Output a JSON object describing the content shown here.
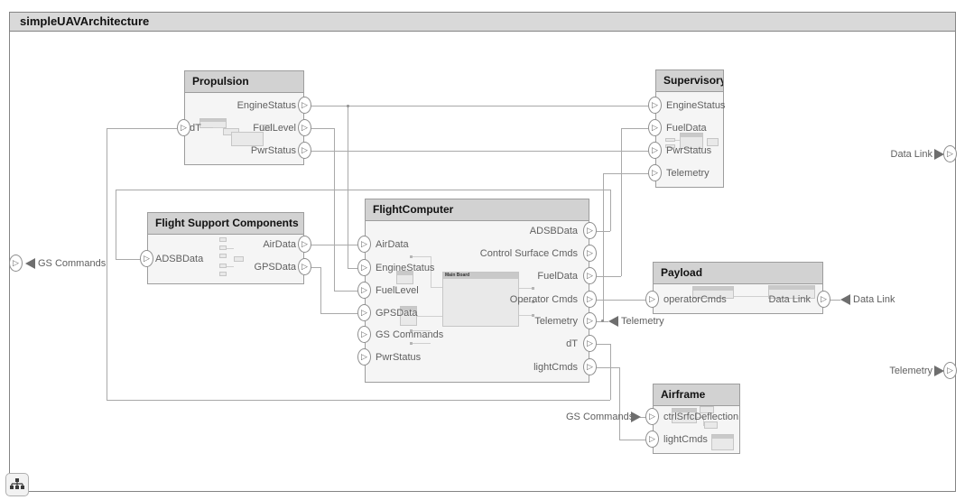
{
  "title": "simpleUAVArchitecture",
  "colors": {
    "title_fill": "#d9d9d9",
    "header_fill": "#d2d2d2",
    "block_fill": "#f5f5f5",
    "block_border": "#9d9d9d",
    "outer_border": "#848484",
    "wire": "#a9a9a9",
    "port_label": "#5f5f5f",
    "connector_arrow": "#6e6e6e"
  },
  "blocks": {
    "propulsion": {
      "title": "Propulsion",
      "ports": {
        "dt": "dT",
        "engine_status": "EngineStatus",
        "fuel_level": "FuelLevel",
        "pwr_status": "PwrStatus"
      }
    },
    "supervisory": {
      "title": "Supervisory",
      "ports": {
        "engine_status": "EngineStatus",
        "fuel_data": "FuelData",
        "pwr_status": "PwrStatus",
        "telemetry": "Telemetry"
      }
    },
    "flight_support": {
      "title": "Flight Support Components",
      "ports": {
        "adsb_data": "ADSBData",
        "air_data": "AirData",
        "gps_data": "GPSData"
      }
    },
    "flight_computer": {
      "title": "FlightComputer",
      "thumbnail_label": "Main Board",
      "ports": {
        "air_data": "AirData",
        "engine_status": "EngineStatus",
        "fuel_level": "FuelLevel",
        "gps_data": "GPSData",
        "gs_commands": "GS Commands",
        "pwr_status": "PwrStatus",
        "adsb_data": "ADSBData",
        "ctrl_surface_cmds": "Control Surface Cmds",
        "fuel_data": "FuelData",
        "operator_cmds": "Operator Cmds",
        "telemetry": "Telemetry",
        "dt": "dT",
        "light_cmds": "lightCmds"
      }
    },
    "payload": {
      "title": "Payload",
      "ports": {
        "operator_cmds": "operatorCmds",
        "data_link": "Data Link"
      }
    },
    "airframe": {
      "title": "Airframe",
      "ports": {
        "ctrl_srfc_deflection": "ctrlSrfcDeflection",
        "light_cmds": "lightCmds"
      }
    }
  },
  "boundary_ports": {
    "gs_commands": "GS Commands",
    "data_link": "Data Link",
    "telemetry": "Telemetry"
  },
  "connector_tags": {
    "telemetry": "Telemetry",
    "data_link": "Data Link",
    "gs_commands": "GS Commands"
  }
}
